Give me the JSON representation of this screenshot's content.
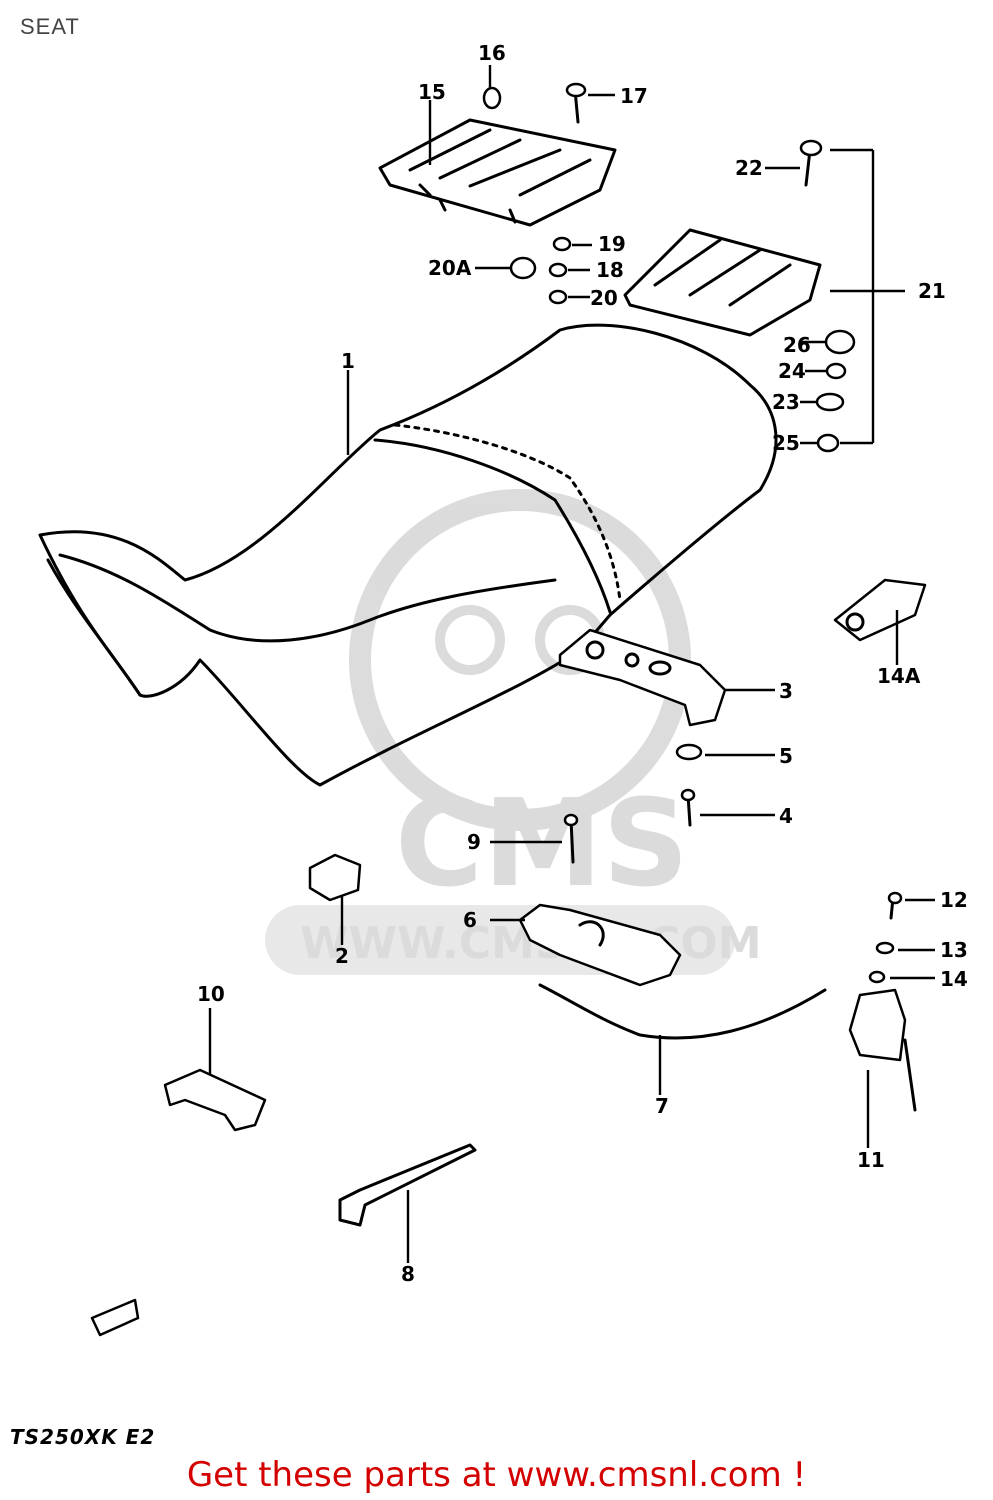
{
  "header": {
    "title": "SEAT"
  },
  "diagram": {
    "callouts": {
      "p1": "1",
      "p2": "2",
      "p3": "3",
      "p4": "4",
      "p5": "5",
      "p6": "6",
      "p7": "7",
      "p8": "8",
      "p9": "9",
      "p10": "10",
      "p11": "11",
      "p12": "12",
      "p13": "13",
      "p14": "14",
      "p14a": "14A",
      "p15": "15",
      "p16": "16",
      "p17": "17",
      "p18": "18",
      "p19": "19",
      "p20": "20",
      "p20a": "20A",
      "p21": "21",
      "p22": "22",
      "p23": "23",
      "p24": "24",
      "p25": "25",
      "p26": "26"
    },
    "model_code": "TS250XK E2",
    "watermark": {
      "logo_text": "CMS",
      "url": "WWW.CMSNL.COM"
    }
  },
  "footer": {
    "cta": "Get these parts at www.cmsnl.com !"
  },
  "colors": {
    "cta": "#d40000",
    "watermark": "#d8d8d8",
    "line": "#000000"
  }
}
